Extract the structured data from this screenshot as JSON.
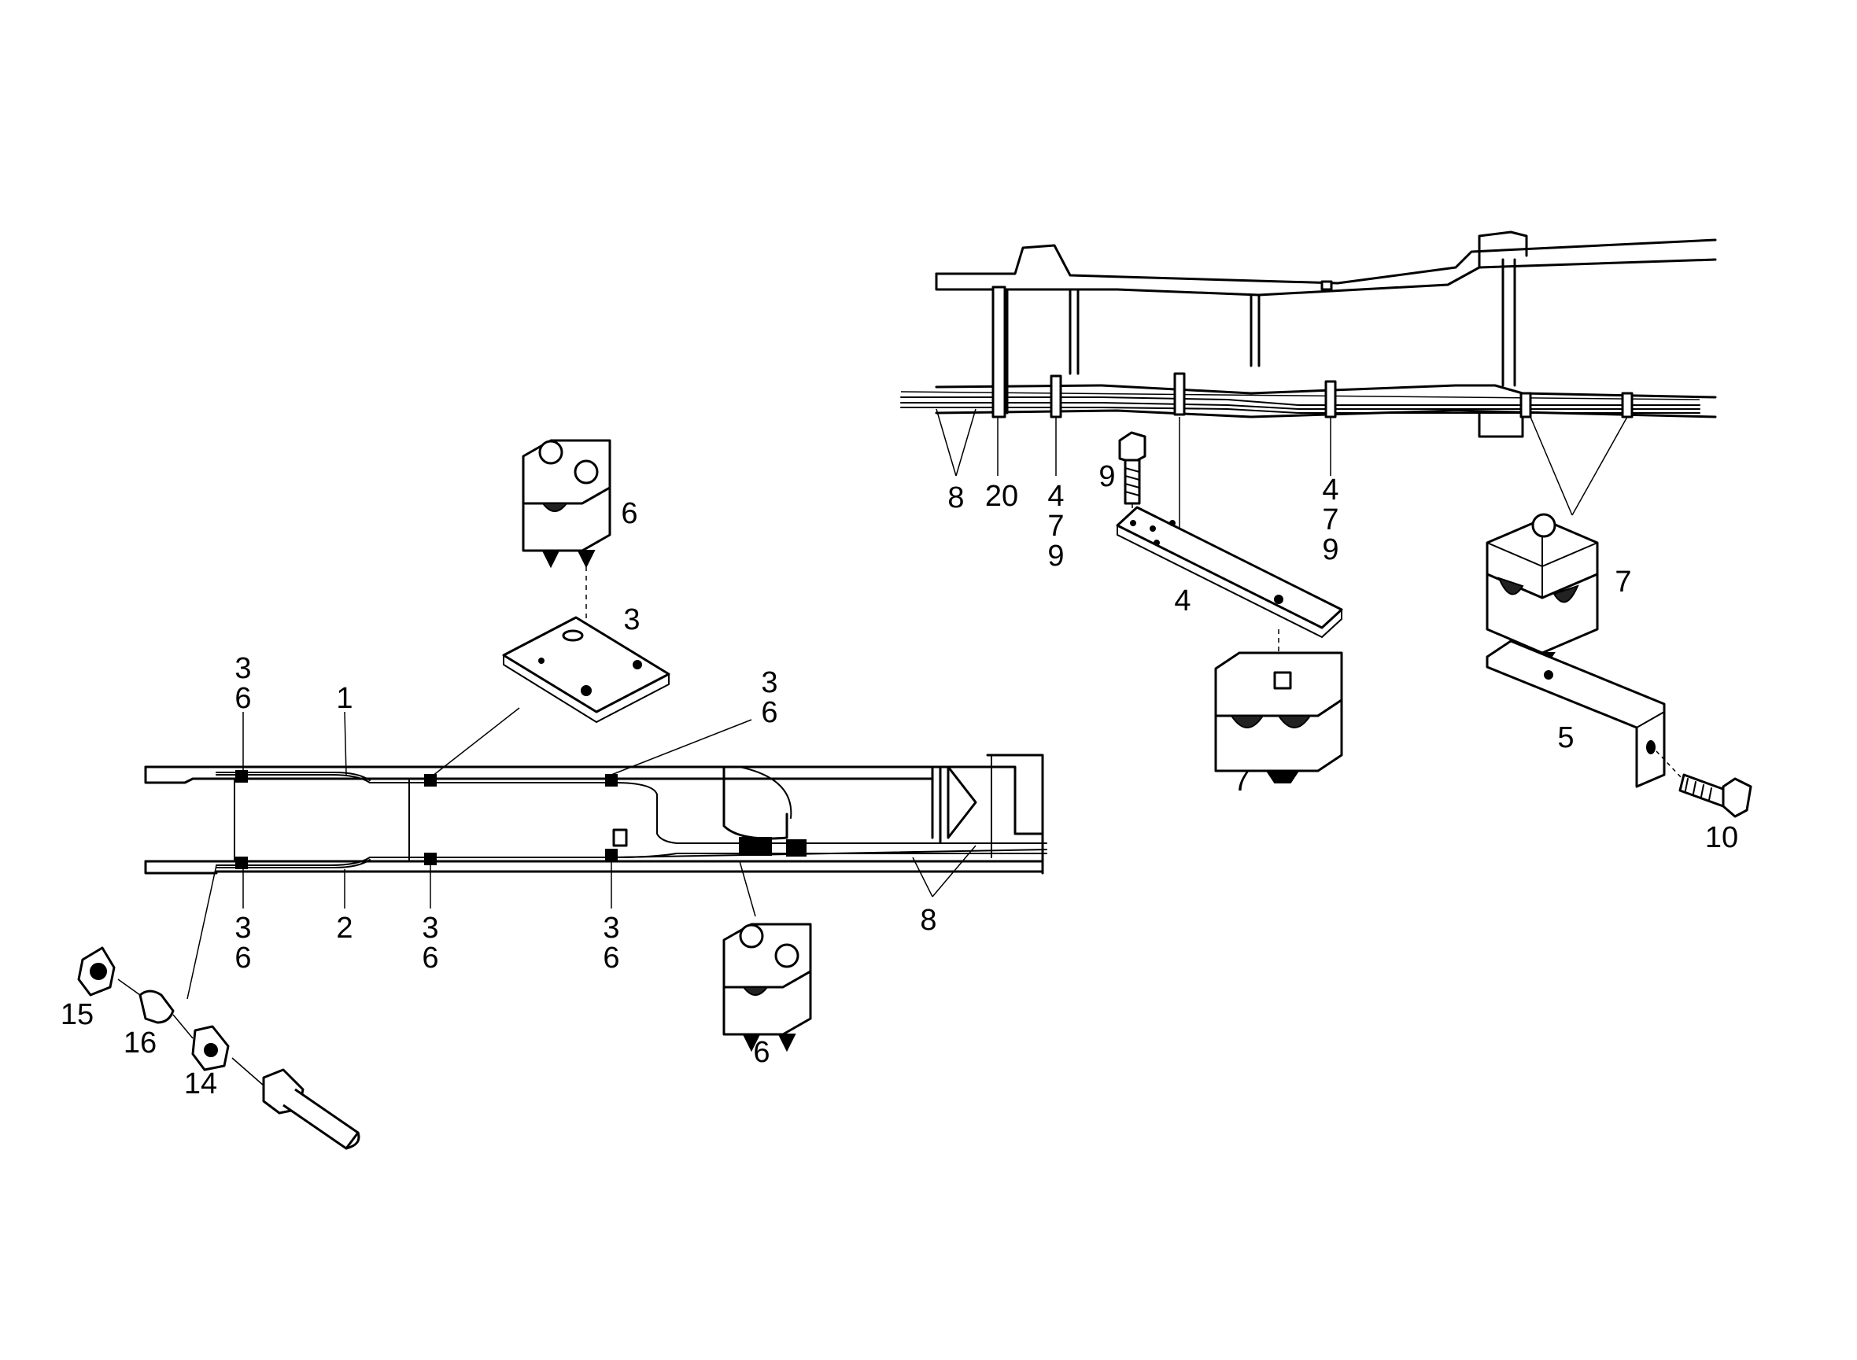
{
  "callouts": {
    "c_3_6_top_left": [
      "3",
      "6"
    ],
    "c_1": "1",
    "c_3_plate": "3",
    "c_6_clamp_top": "6",
    "c_3_6_top_right": [
      "3",
      "6"
    ],
    "c_3_6_bot_left": [
      "3",
      "6"
    ],
    "c_2": "2",
    "c_3_6_bot_mid": [
      "3",
      "6"
    ],
    "c_3_6_bot_right": [
      "3",
      "6"
    ],
    "c_8_left_frame": "8",
    "c_6_clamp_bottom": "6",
    "c_15": "15",
    "c_16": "16",
    "c_14": "14",
    "c_8_right_frame": "8",
    "c_20": "20",
    "c_4_7_9_a": [
      "4",
      "7",
      "9"
    ],
    "c_9_bolt": "9",
    "c_4_7_9_b": [
      "4",
      "7",
      "9"
    ],
    "c_4_strap": "4",
    "c_7_clamp_mid": "7",
    "c_7_clamp_right": "7",
    "c_5": "5",
    "c_10": "10"
  }
}
